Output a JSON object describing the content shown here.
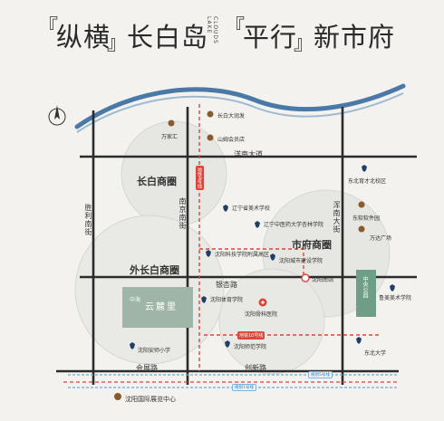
{
  "header": {
    "bracket_open": "『",
    "bracket_close": "』",
    "word1": "纵横",
    "word2": "长白岛",
    "vertical_text": "CLOUDS LAKE",
    "word3": "平行",
    "word4": "新市府"
  },
  "roads": {
    "yangnan": "洋南大道",
    "yinxiang": "银杏路",
    "huiyuan": "会展路",
    "chuangxin": "创新路",
    "shengli": "胜利南街",
    "nanjing": "南京南街",
    "hunan": "浑南大街"
  },
  "zones": {
    "changbai": "长白商圈",
    "shifu": "市府商圈",
    "waichangbai": "外长白商圈"
  },
  "metro": {
    "line4": "地铁4号线",
    "line10": "地铁10号线",
    "line1": "规划1号线",
    "line5": "规划5号线"
  },
  "project": {
    "name": "云麓里",
    "prefix": "中海"
  },
  "park": "中央公园",
  "poi": {
    "wanjiahui": "万家汇",
    "changbai_dashichang": "长白大润发",
    "shanjing": "山姆会员店",
    "liaoning_meishu": "辽宁省美术学校",
    "zhongyi": "辽宁中医药大学杏林学院",
    "keji": "沈阳科技学院附属高区",
    "jianzhu": "沈阳城市建设学院",
    "nanzhan": "沈阳南站",
    "tiyu": "沈阳体育学院",
    "erjiu": "沈阳骨科医院",
    "jiaoyu": "沈阳师范学院",
    "anshan_school": "沈阳安师小学",
    "zhanlan": "沈阳国际展览中心",
    "dongbei": "东北育才北校区",
    "dongbei_ruixin": "东软软件园",
    "wanda": "万达广场",
    "luxun": "鲁美美术学院",
    "dongbei_univ": "东北大学"
  },
  "colors": {
    "river": "#4a79a8",
    "road": "#2b2b2b",
    "metro": "#d9463b",
    "planned": "#6aa9db",
    "park": "#6f9e86",
    "project": "#9fb5a7"
  }
}
